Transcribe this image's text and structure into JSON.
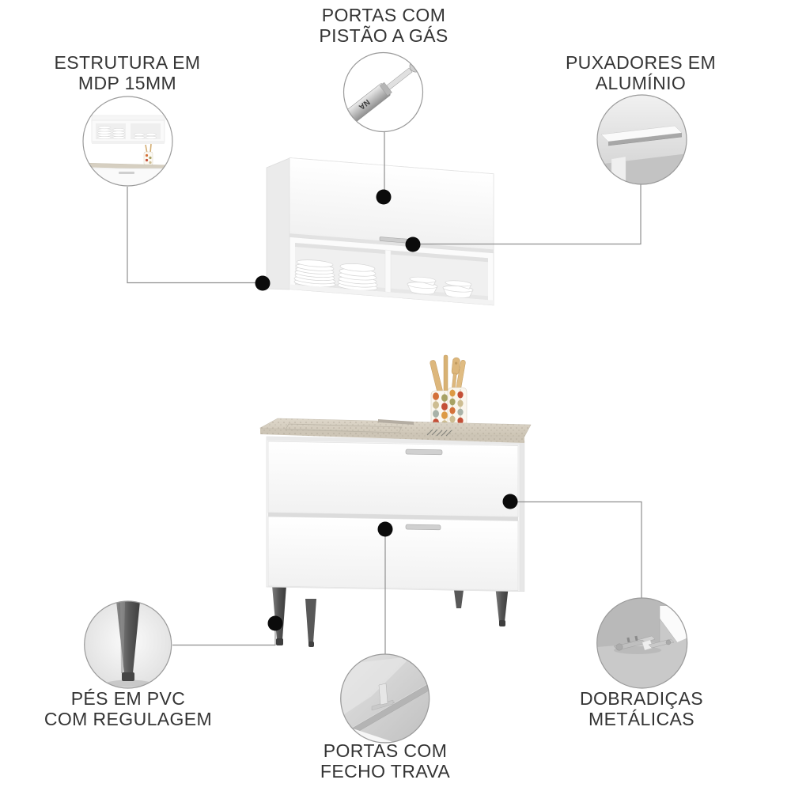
{
  "callouts": [
    {
      "id": "gas-piston",
      "lines": [
        "PORTAS COM",
        "PISTÃO A GÁS"
      ]
    },
    {
      "id": "structure",
      "lines": [
        "ESTRUTURA EM",
        "MDP 15MM"
      ]
    },
    {
      "id": "aluminum-handles",
      "lines": [
        "PUXADORES EM",
        "ALUMÍNIO"
      ]
    },
    {
      "id": "pvc-feet",
      "lines": [
        "PÉS EM PVC",
        "COM REGULAGEM"
      ]
    },
    {
      "id": "lock-doors",
      "lines": [
        "PORTAS COM",
        "FECHO TRAVA"
      ]
    },
    {
      "id": "metal-hinges",
      "lines": [
        "DOBRADIÇAS",
        "METÁLICAS"
      ]
    }
  ],
  "piston_label_text": "NA",
  "colors": {
    "label_text": "#343434",
    "leader_line": "#8f8f8f",
    "callout_dot": "#0b0b0b",
    "circle_border": "#9a9a9a",
    "cabinet_white": "#f8f8f8",
    "leg_pvc": "#4f4f4f",
    "countertop_marble": "#d3ccbe",
    "wood_utensil": "#ddb77c",
    "holder_pattern": [
      "#d4713a",
      "#a8a265",
      "#c44f37",
      "#cdbd92",
      "#a9b2a8",
      "#dd9a45"
    ]
  }
}
